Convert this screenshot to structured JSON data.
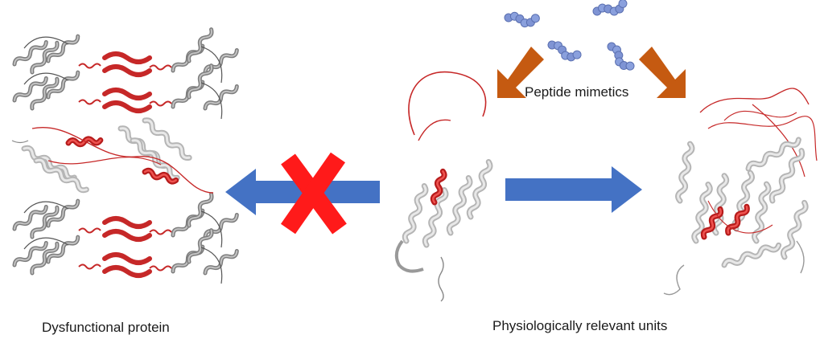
{
  "labels": {
    "dysfunctional": "Dysfunctional protein",
    "physiological": "Physiologically relevant units",
    "peptide": "Peptide mimetics"
  },
  "colors": {
    "helix_gray": "#8a8a8a",
    "helix_light": "#c8c8c8",
    "helix_red": "#c62828",
    "cross_red": "#ff1a1a",
    "arrow_blue": "#4472c4",
    "arrow_orange": "#c55a11",
    "peptide_blue": "#7f94d4"
  },
  "icons": {
    "blocked": "red-x-icon",
    "peptide": "peptide-blob-icon"
  }
}
